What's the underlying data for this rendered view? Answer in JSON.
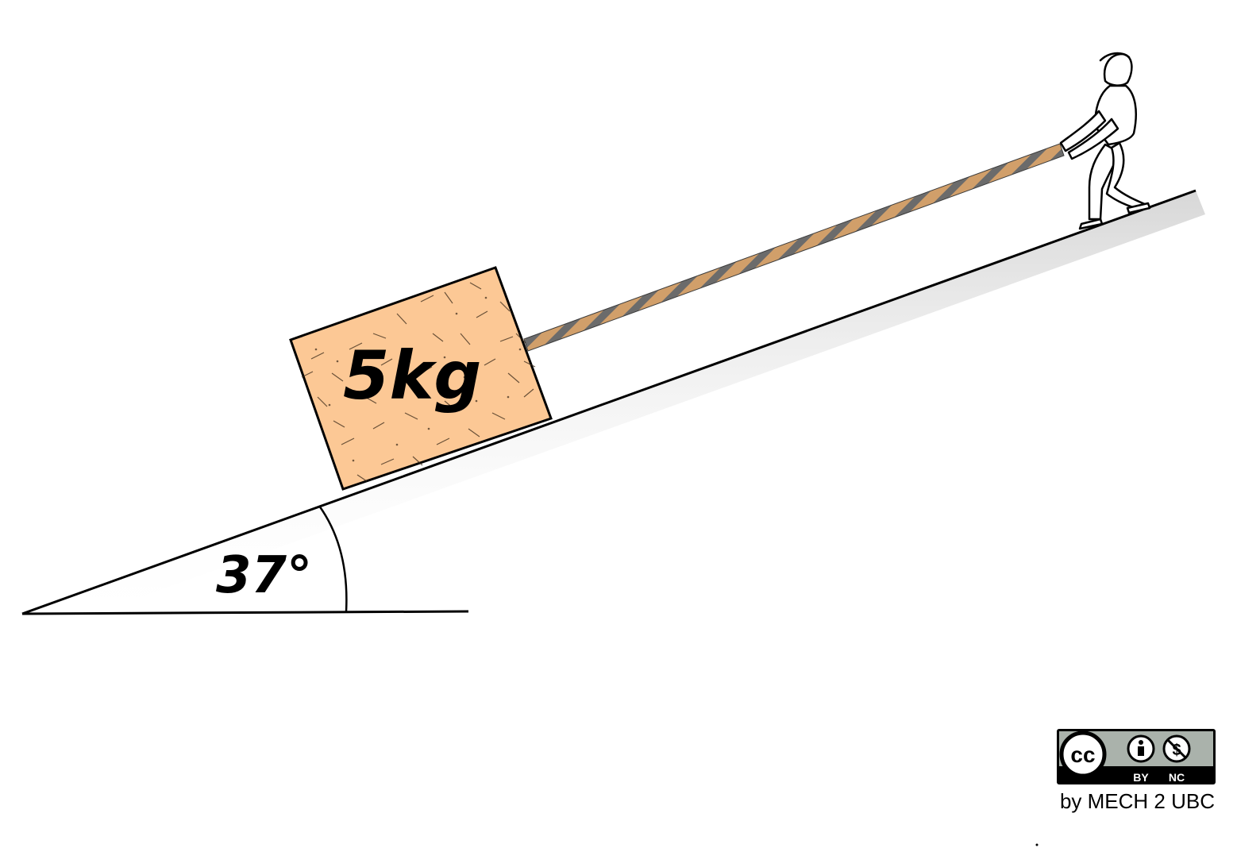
{
  "diagram": {
    "mass_label": "5kg",
    "angle_label": "37°"
  },
  "license": {
    "cc_text": "cc",
    "by_text": "BY",
    "nc_text": "NC",
    "credit_text": "by MECH 2 UBC"
  },
  "colors": {
    "block_fill": "#fcc895",
    "rope_light": "#d19f6a",
    "rope_dark": "#6b6b6b",
    "line": "#000000",
    "badge_gray": "#aab2ab"
  }
}
